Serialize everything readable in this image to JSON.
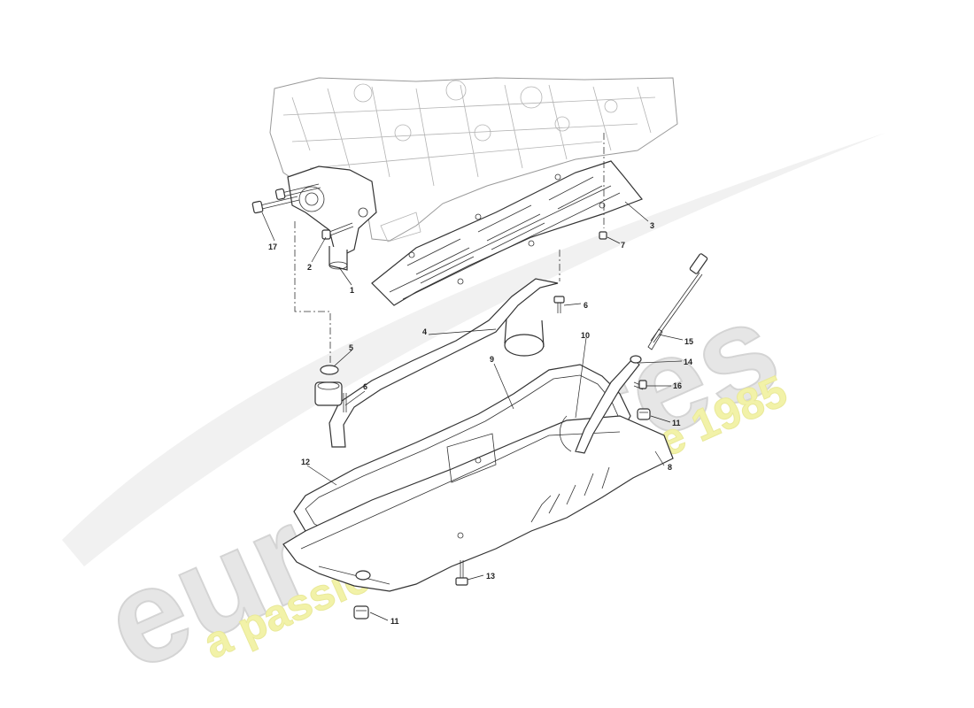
{
  "watermark": {
    "brand": "eurospares",
    "tagline": "a passion for parts since 1985",
    "brand_color": "#e6e6e6",
    "tagline_color": "#f2f2a8"
  },
  "diagram": {
    "callouts": [
      {
        "id": "c1",
        "label": "1"
      },
      {
        "id": "c2",
        "label": "2"
      },
      {
        "id": "c3",
        "label": "3"
      },
      {
        "id": "c4",
        "label": "4"
      },
      {
        "id": "c5",
        "label": "5"
      },
      {
        "id": "c6a",
        "label": "6"
      },
      {
        "id": "c6b",
        "label": "6"
      },
      {
        "id": "c7",
        "label": "7"
      },
      {
        "id": "c8",
        "label": "8"
      },
      {
        "id": "c9",
        "label": "9"
      },
      {
        "id": "c10",
        "label": "10"
      },
      {
        "id": "c11a",
        "label": "11"
      },
      {
        "id": "c11b",
        "label": "11"
      },
      {
        "id": "c12",
        "label": "12"
      },
      {
        "id": "c13",
        "label": "13"
      },
      {
        "id": "c14",
        "label": "14"
      },
      {
        "id": "c15",
        "label": "15"
      },
      {
        "id": "c16",
        "label": "16"
      },
      {
        "id": "c17",
        "label": "17"
      }
    ]
  }
}
